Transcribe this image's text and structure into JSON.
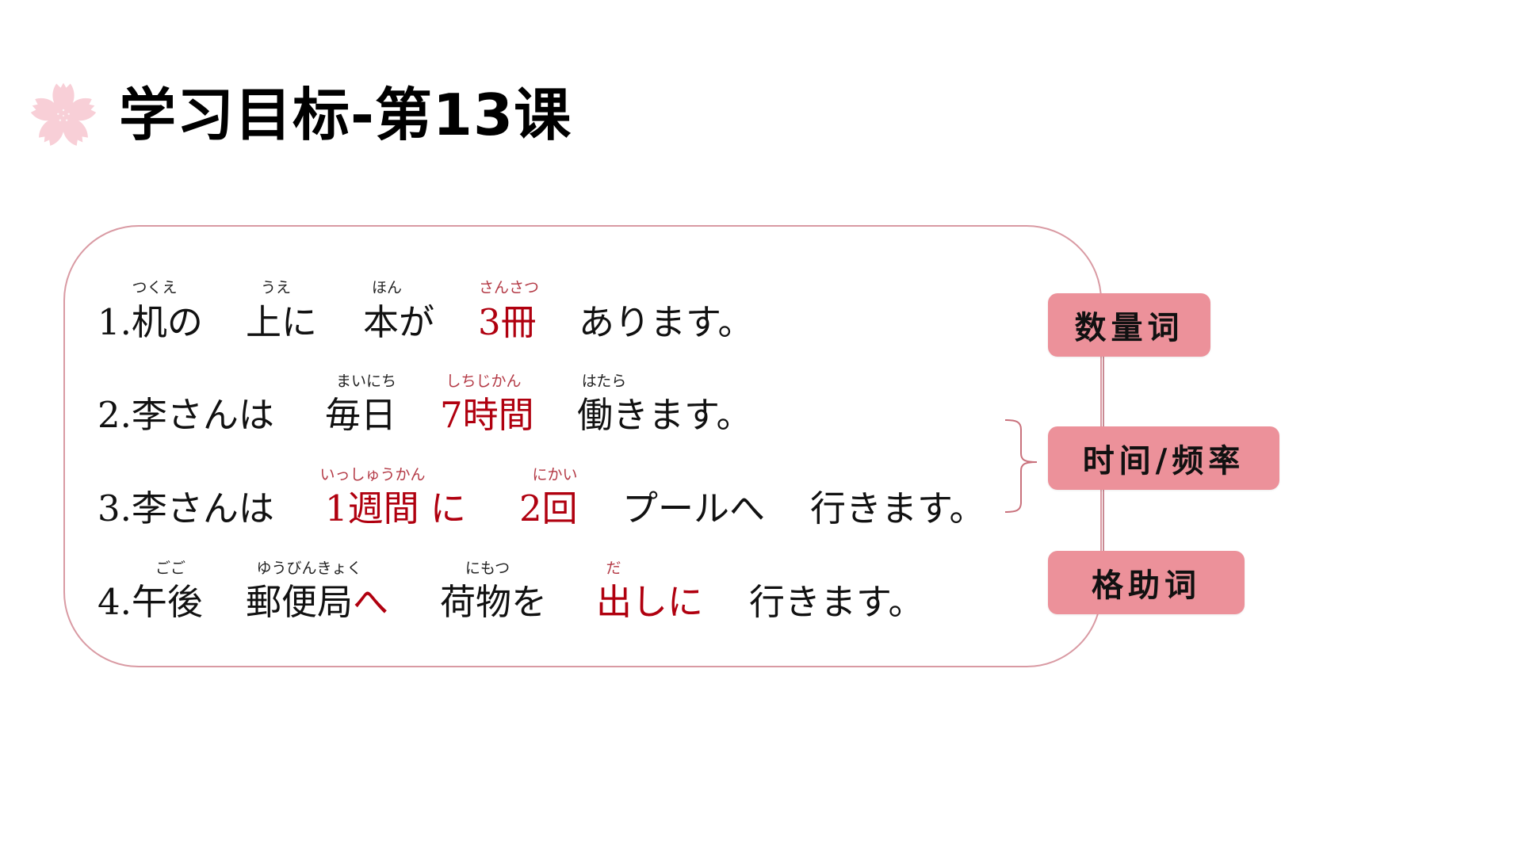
{
  "header": {
    "title": "学习目标-第13课",
    "icon": "cherry-blossom-icon"
  },
  "colors": {
    "accent_red": "#b0000f",
    "tag_pink": "#ec919a",
    "border_pink": "#d99aa3",
    "blossom_pink": "#f8cfd7"
  },
  "sentences": [
    {
      "number": "1.",
      "segments": [
        {
          "text": "1.机の",
          "ruby": "つくえ",
          "red": false
        },
        {
          "text": "上に",
          "ruby": "うえ",
          "red": false
        },
        {
          "text": "本が",
          "ruby": "ほん",
          "red": false
        },
        {
          "text": "3冊",
          "ruby": "さんさつ",
          "red": true
        },
        {
          "text": "あります。",
          "ruby": "",
          "red": false
        }
      ]
    },
    {
      "number": "2.",
      "segments": [
        {
          "text": "2.李さんは",
          "ruby": "",
          "red": false
        },
        {
          "text": "毎日",
          "ruby": "まいにち",
          "red": false
        },
        {
          "text": "7時間",
          "ruby": "しちじかん",
          "red": true
        },
        {
          "text": "働きます。",
          "ruby": "はたら",
          "red": false
        }
      ]
    },
    {
      "number": "3.",
      "segments": [
        {
          "text": "3.李さんは",
          "ruby": "",
          "red": false
        },
        {
          "text": "1週間 に",
          "ruby": "いっしゅうかん",
          "red": true
        },
        {
          "text": "2回",
          "ruby": "にかい",
          "red": true
        },
        {
          "text": "プールへ",
          "ruby": "",
          "red": false
        },
        {
          "text": "行きます。",
          "ruby": "",
          "red": false
        }
      ]
    },
    {
      "number": "4.",
      "segments": [
        {
          "text": "4.午後",
          "ruby": "ごご",
          "red": false
        },
        {
          "text": "郵便局",
          "ruby": "ゆうびんきょく",
          "red": false
        },
        {
          "text": "へ",
          "ruby": "",
          "red": true
        },
        {
          "text": "荷物を",
          "ruby": "にもつ",
          "red": false
        },
        {
          "text": "出しに",
          "ruby": "だ",
          "red": true
        },
        {
          "text": "行きます。",
          "ruby": "",
          "red": false
        }
      ]
    }
  ],
  "tags": [
    {
      "label": "数量词"
    },
    {
      "label": "时间/频率"
    },
    {
      "label": "格助词"
    }
  ]
}
